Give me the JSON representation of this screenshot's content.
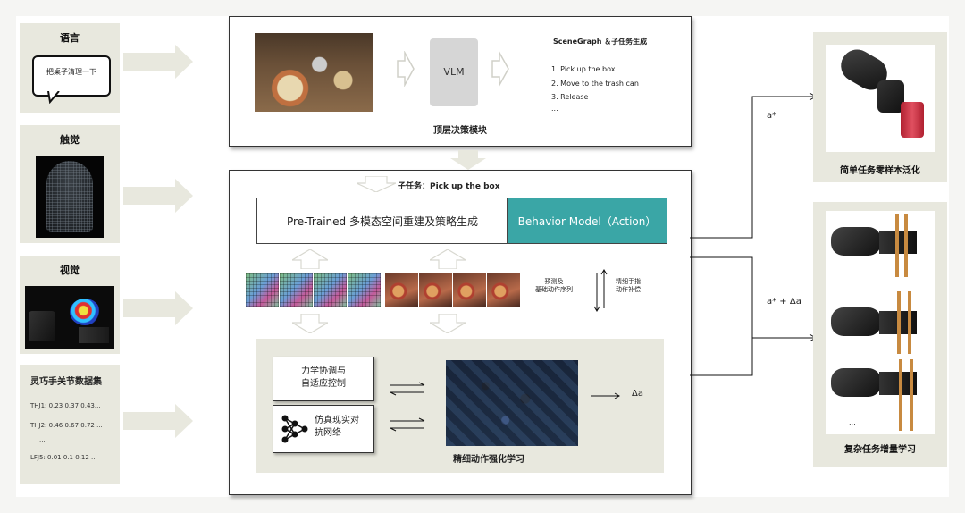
{
  "left": {
    "language": {
      "title": "语言",
      "bubble": "把桌子清理一下"
    },
    "touch": {
      "title": "触觉"
    },
    "vision": {
      "title": "视觉"
    },
    "dataset": {
      "title": "灵巧手关节数据集",
      "rows": [
        "THJ1: 0.23 0.37 0.43...",
        "THJ2: 0.46 0.67 0.72 ...",
        "...",
        "LFJ5: 0.01 0.1 0.12 ..."
      ]
    }
  },
  "top": {
    "vlm": "VLM",
    "scene_title": "SceneGraph ＆子任务生成",
    "steps": [
      "1. Pick up the box",
      "2. Move to the trash can",
      "3. Release",
      "..."
    ],
    "caption": "顶层决策模块"
  },
  "main": {
    "subtask": "子任务：Pick up the box",
    "pretrained": "Pre-Trained 多模态空间重建及策略生成",
    "behavior": "Behavior Model（Action）",
    "predict": [
      "预测及",
      "基础动作序列"
    ],
    "refine": [
      "精细手指",
      "动作补偿"
    ],
    "mech": [
      "力学协调与",
      "自适应控制"
    ],
    "gan": [
      "仿真现实对",
      "抗网络"
    ],
    "delta": "Δa",
    "rl_caption": "精细动作强化学习"
  },
  "right": {
    "a_star": "a*",
    "a_star_delta": "a* + Δa",
    "simple_caption": "简单任务零样本泛化",
    "complex_caption": "复杂任务增量学习",
    "ellipsis": "..."
  },
  "colors": {
    "teal": "#3aa6a6",
    "panel": "#e8e8de"
  }
}
